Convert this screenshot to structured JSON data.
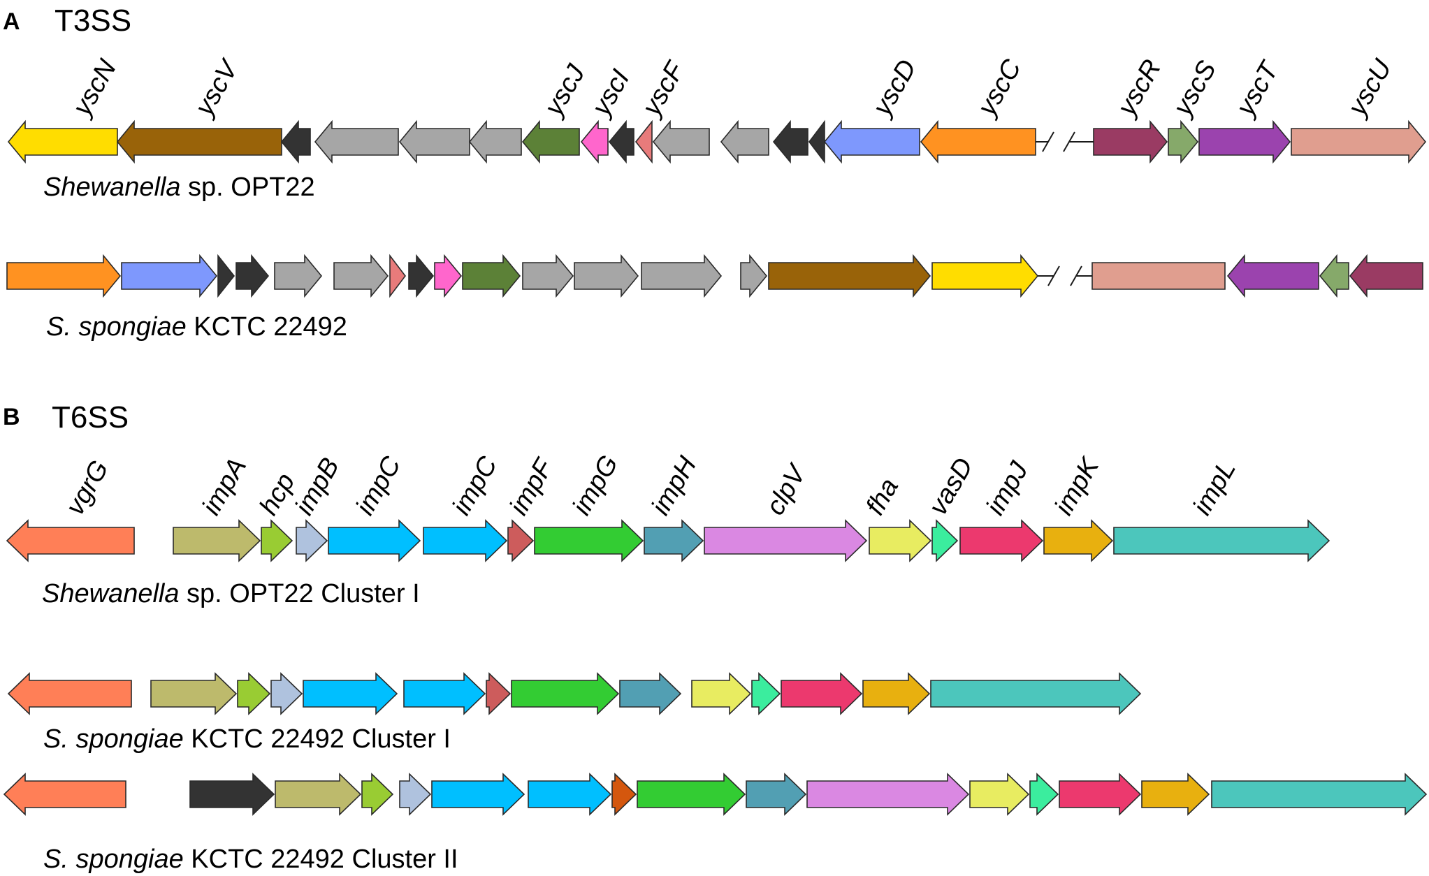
{
  "colors": {
    "yscN": "#FFDD00",
    "yscV": "#996309",
    "yscJ": "#5C8137",
    "yscI": "#FF66CC",
    "yscF": "#E87B7B",
    "yscD": "#7E98FD",
    "yscC": "#FF9221",
    "yscR": "#9A3B63",
    "yscS": "#86A96A",
    "yscT": "#9B43AE",
    "yscU": "#E09E8F",
    "grey": "#A6A6A6",
    "dark": "#333333",
    "vgrG": "#FF7F57",
    "impA": "#BDBA6C",
    "hcp": "#99CC33",
    "impB": "#AFC2DE",
    "impC": "#00BFFF",
    "impF": "#CD5C5C",
    "impF_alt": "#D4570E",
    "impG": "#33CC33",
    "impH": "#529FB3",
    "clpV": "#DA88E2",
    "fha": "#E8EC61",
    "vasD": "#3BED9E",
    "impJ": "#EC396E",
    "impK": "#E8B00F",
    "impL": "#4CC6BC"
  },
  "panels": [
    {
      "letter": "A",
      "title": "T3SS",
      "gene_labels": [
        "yscN",
        "yscV",
        "yscJ",
        "yscI",
        "yscF",
        "yscD",
        "yscC",
        "yscR",
        "yscS",
        "yscT",
        "yscU"
      ],
      "tracks": [
        {
          "label_italic": "Shewanella",
          "label_rest": " sp. OPT22"
        },
        {
          "label_italic": "S. spongiae",
          "label_rest": " KCTC 22492"
        }
      ]
    },
    {
      "letter": "B",
      "title": "T6SS",
      "gene_labels": [
        "vgrG",
        "impA",
        "hcp",
        "impB",
        "impC",
        "impC",
        "impF",
        "impG",
        "impH",
        "clpV",
        "fha",
        "vasD",
        "impJ",
        "impK",
        "impL"
      ],
      "tracks": [
        {
          "label_italic": "Shewanella",
          "label_rest": " sp. OPT22 Cluster I"
        },
        {
          "label_italic": "S. spongiae",
          "label_rest": " KCTC 22492  Cluster I"
        },
        {
          "label_italic": "S. spongiae",
          "label_rest": " KCTC 22492  Cluster II"
        }
      ]
    }
  ]
}
